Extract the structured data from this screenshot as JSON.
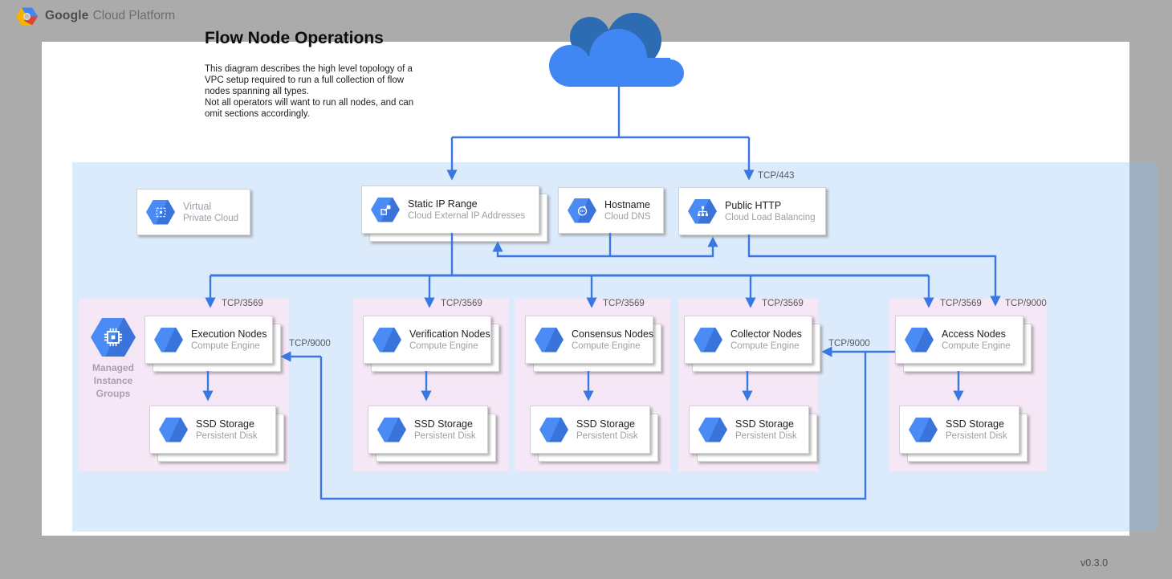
{
  "header": {
    "brand_bold": "Google",
    "brand_rest": "Cloud Platform"
  },
  "canvas": {
    "title": "Flow Node Operations",
    "description": [
      "This diagram describes the high level topology of a VPC setup required to run a full collection of flow nodes spanning all types.",
      "Not all operators will want to run all nodes, and can omit sections accordingly."
    ]
  },
  "version": "v0.3.0",
  "colors": {
    "background_gray": "#ababab",
    "vpc_fill": "#dcebfb",
    "group_fill": "#f5e7f6",
    "line_blue": "#3b77e3",
    "icon_blue": "#4285f4",
    "cloud_dark": "#2d6bb2",
    "cloud_light": "#4187f3"
  },
  "top_cards": [
    {
      "id": "vpc",
      "icon": "vpc-icon",
      "title": "Virtual",
      "subtitle": "Private Cloud",
      "muted_title": true,
      "stacked": false
    },
    {
      "id": "static-ip",
      "icon": "external-ip-icon",
      "title": "Static IP Range",
      "subtitle": "Cloud External IP Addresses",
      "muted_title": false,
      "stacked": true
    },
    {
      "id": "hostname",
      "icon": "dns-icon",
      "title": "Hostname",
      "subtitle": "Cloud DNS",
      "muted_title": false,
      "stacked": false
    },
    {
      "id": "public-http",
      "icon": "load-balancer-icon",
      "title": "Public HTTP",
      "subtitle": "Cloud Load Balancing",
      "muted_title": false,
      "stacked": false
    }
  ],
  "mig_label": [
    "Managed",
    "Instance",
    "Groups"
  ],
  "groups": [
    {
      "id": "execution",
      "has_mig": true,
      "compute": {
        "title": "Execution Nodes",
        "subtitle": "Compute Engine"
      },
      "storage": {
        "title": "SSD Storage",
        "subtitle": "Persistent Disk"
      }
    },
    {
      "id": "verification",
      "has_mig": false,
      "compute": {
        "title": "Verification Nodes",
        "subtitle": "Compute Engine"
      },
      "storage": {
        "title": "SSD Storage",
        "subtitle": "Persistent Disk"
      }
    },
    {
      "id": "consensus",
      "has_mig": false,
      "compute": {
        "title": "Consensus Nodes",
        "subtitle": "Compute Engine"
      },
      "storage": {
        "title": "SSD Storage",
        "subtitle": "Persistent Disk"
      }
    },
    {
      "id": "collector",
      "has_mig": false,
      "compute": {
        "title": "Collector Nodes",
        "subtitle": "Compute Engine"
      },
      "storage": {
        "title": "SSD Storage",
        "subtitle": "Persistent Disk"
      }
    },
    {
      "id": "access",
      "has_mig": false,
      "compute": {
        "title": "Access Nodes",
        "subtitle": "Compute Engine"
      },
      "storage": {
        "title": "SSD Storage",
        "subtitle": "Persistent Disk"
      }
    }
  ],
  "edge_labels": [
    {
      "id": "tcp443",
      "text": "TCP/443"
    },
    {
      "id": "tcp3569-execution",
      "text": "TCP/3569"
    },
    {
      "id": "tcp3569-verification",
      "text": "TCP/3569"
    },
    {
      "id": "tcp3569-consensus",
      "text": "TCP/3569"
    },
    {
      "id": "tcp3569-collector",
      "text": "TCP/3569"
    },
    {
      "id": "tcp3569-access",
      "text": "TCP/3569"
    },
    {
      "id": "tcp9000-access",
      "text": "TCP/9000"
    },
    {
      "id": "tcp9000-collector",
      "text": "TCP/9000"
    },
    {
      "id": "tcp9000-execution",
      "text": "TCP/9000"
    }
  ]
}
